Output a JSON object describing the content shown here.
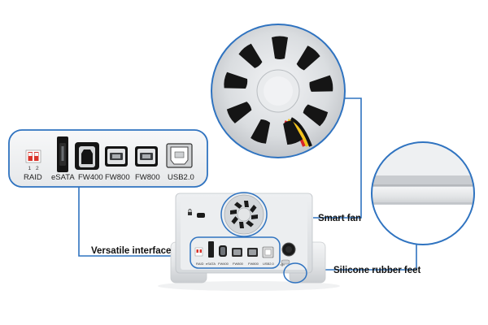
{
  "callouts": {
    "smart_fan": "Smart fan",
    "versatile_interface": "Versatile interface",
    "silicone_feet": "Silicone rubber feet"
  },
  "ports": {
    "raid": "RAID",
    "raid_switch_1": "1",
    "raid_switch_2": "2",
    "esata": "eSATA",
    "fw400": "FW400",
    "fw800_a": "FW800",
    "fw800_b": "FW800",
    "usb": "USB2.0"
  },
  "colors": {
    "callout_border": "#2f73c0",
    "enclosure": "#e4e6e8",
    "raid_switch": "#d9342b",
    "fan_wire_red": "#d8262a",
    "fan_wire_yellow": "#f2c21d"
  },
  "icons": [
    "lock-icon",
    "power-button-icon",
    "usb-symbol-icon"
  ]
}
